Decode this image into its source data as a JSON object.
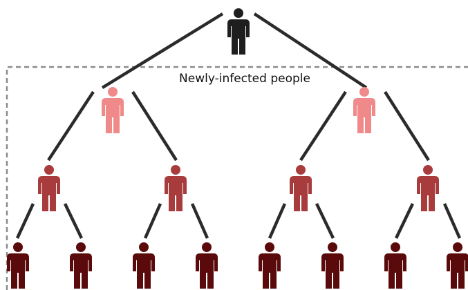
{
  "region": {
    "label": "Newly-infected people"
  },
  "colors": {
    "source": "#1e1e1e",
    "generation_1": "#f08a8a",
    "generation_2": "#a83c3c",
    "generation_3": "#5a0a0a",
    "edge": "#2b2b2b",
    "dashed_border": "#8a8a8a"
  },
  "tree": {
    "levels": [
      {
        "name": "source",
        "count": 1
      },
      {
        "name": "generation_1",
        "count": 2
      },
      {
        "name": "generation_2",
        "count": 4
      },
      {
        "name": "generation_3",
        "count": 8
      }
    ]
  }
}
